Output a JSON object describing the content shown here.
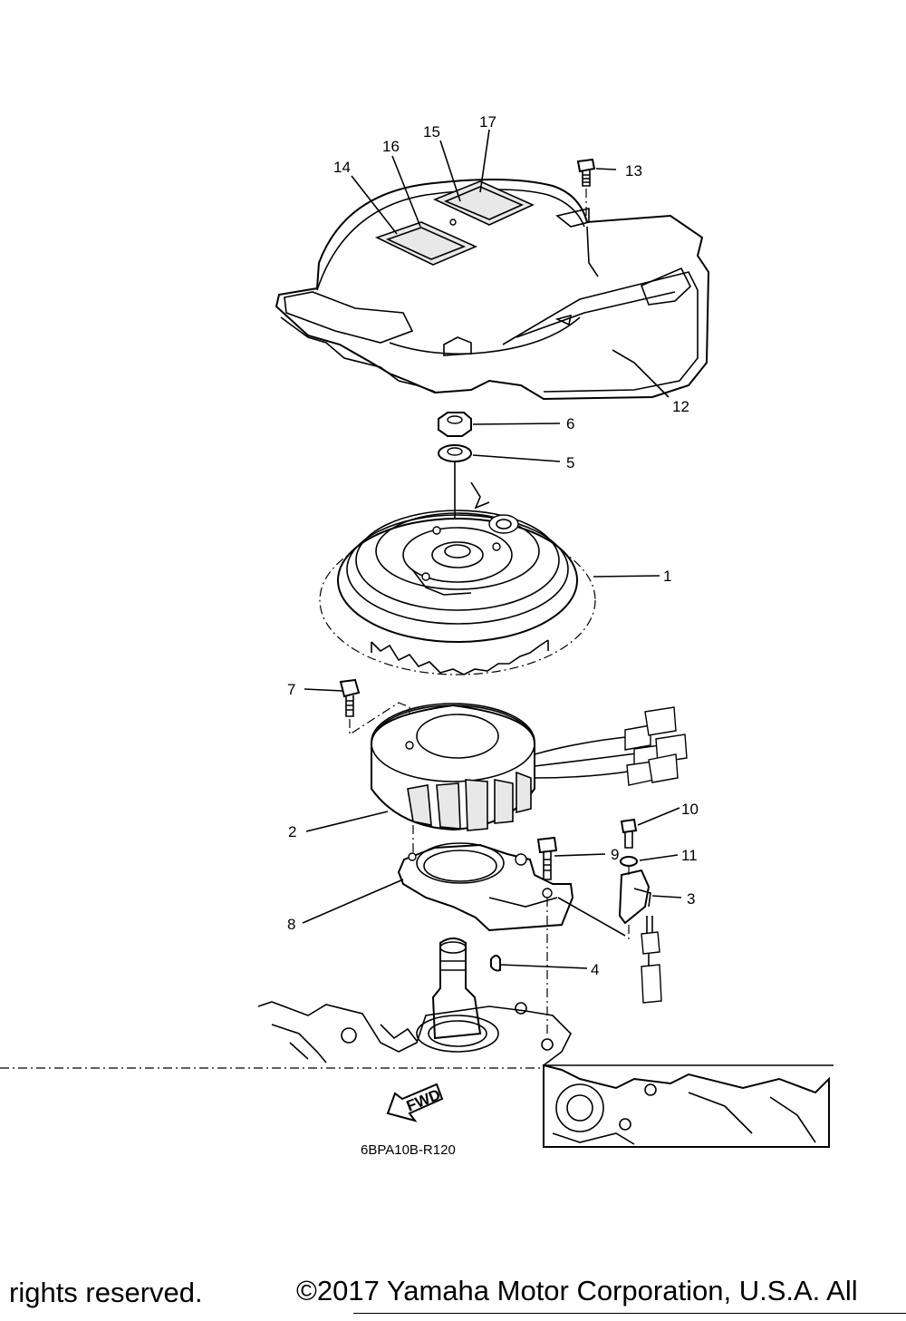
{
  "diagram": {
    "labels": {
      "l1": "1",
      "l2": "2",
      "l3": "3",
      "l4": "4",
      "l5": "5",
      "l6": "6",
      "l7": "7",
      "l8": "8",
      "l9": "9",
      "l10": "10",
      "l11": "11",
      "l12": "12",
      "l13": "13",
      "l14": "14",
      "l15": "15",
      "l16": "16",
      "l17": "17"
    },
    "fwd_arrow": "FWD",
    "drawing_code": "6BPA10B-R120"
  },
  "footer": {
    "left_text": "rights reserved.",
    "right_text": "©2017 Yamaha Motor Corporation, U.S.A. All"
  }
}
